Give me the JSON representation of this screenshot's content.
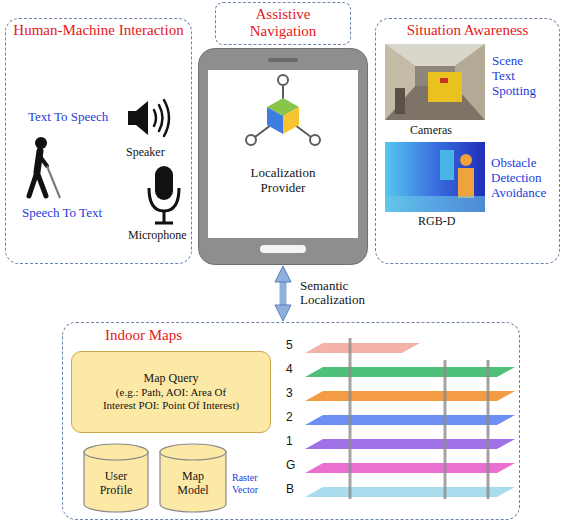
{
  "diagram": {
    "nodes": [
      {
        "text": [
          "Human-Machine Interaction"
        ]
      },
      {
        "text": [
          "Assistive Navigation"
        ]
      },
      {
        "text": [
          "Situation Awareness"
        ]
      },
      {
        "text": [
          "Localization Provider"
        ]
      },
      {
        "text": [
          "Indoor Maps"
        ]
      },
      {
        "text": [
          "Map Query",
          "(e.g.: Path, AOI: Area Of Interest POI: Point Of Interest)"
        ],
        "in": 4
      },
      {
        "text": [
          "User Profile"
        ],
        "in": 4
      },
      {
        "text": [
          "Map Model"
        ],
        "in": 4
      }
    ],
    "edges": [
      {
        "from": 3,
        "to": 4,
        "arrow": "both",
        "label": "Semantic Localization"
      }
    ],
    "labels": [
      "Text To Speech",
      "Speaker",
      "Speech To Text",
      "Microphone",
      "Scene Text Spotting",
      "Cameras",
      "Obstacle Detection Avoidance",
      "RGB-D",
      "Raster Vector",
      "5",
      "4",
      "3",
      "2",
      "1",
      "G",
      "B"
    ]
  }
}
